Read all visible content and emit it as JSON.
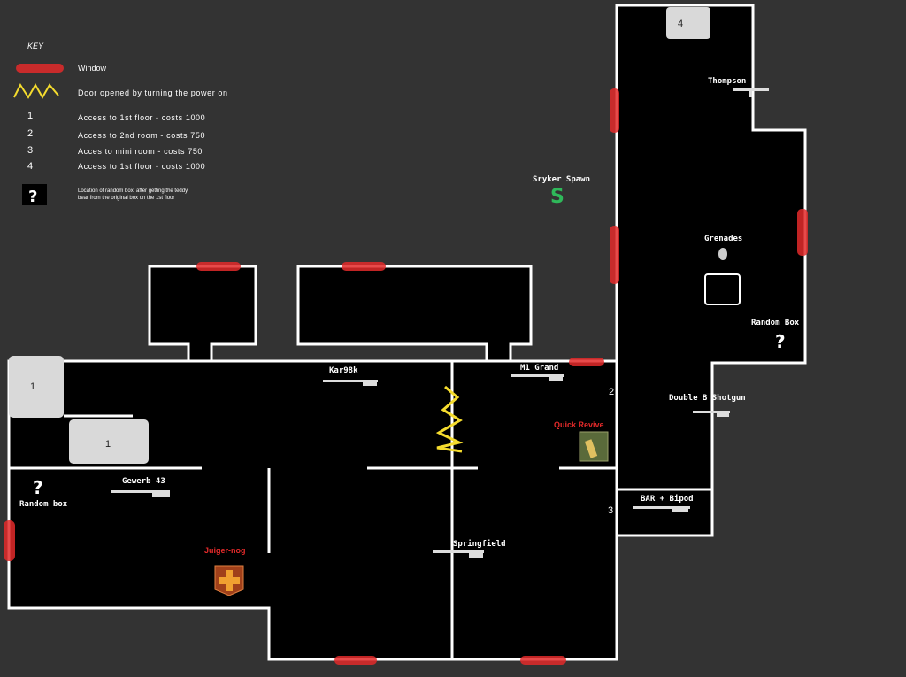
{
  "key": {
    "title": "KEY",
    "window_label": "Window",
    "door_label": "Door opened by turning the power on",
    "items": [
      {
        "num": "1",
        "text": "Access to 1st floor - costs 1000"
      },
      {
        "num": "2",
        "text": "Access to 2nd room - costs 750"
      },
      {
        "num": "3",
        "text": "Acces to mini room - costs 750"
      },
      {
        "num": "4",
        "text": "Access to 1st floor - costs 1000"
      }
    ],
    "random_box_line1": "Location of random box, after getting the teddy",
    "random_box_line2": "bear from the original box on the 1st floor"
  },
  "map": {
    "spawn_label": "Sryker Spawn",
    "spawn_letter": "S",
    "doors": {
      "left_upper": "1",
      "left_mid": "1",
      "right_room2": "2",
      "right_room3": "3",
      "top_right": "4"
    },
    "weapons": {
      "thompson": "Thompson",
      "grenades": "Grenades",
      "random_box_right": "Random Box",
      "kar98k": "Kar98k",
      "m1_grand": "M1 Grand",
      "double_b": "Double B Shotgun",
      "quick_revive": "Quick Revive",
      "bar_bipod": "BAR + Bipod",
      "gewerb": "Gewerb 43",
      "random_box_left": "Random box",
      "juiger": "Juiger-nog",
      "springfield": "Springfield"
    }
  },
  "colors": {
    "window": "#e32a2a",
    "door_power": "#f5dc2e",
    "spawn": "#2fb85a",
    "perk_label": "#e32a2a"
  }
}
